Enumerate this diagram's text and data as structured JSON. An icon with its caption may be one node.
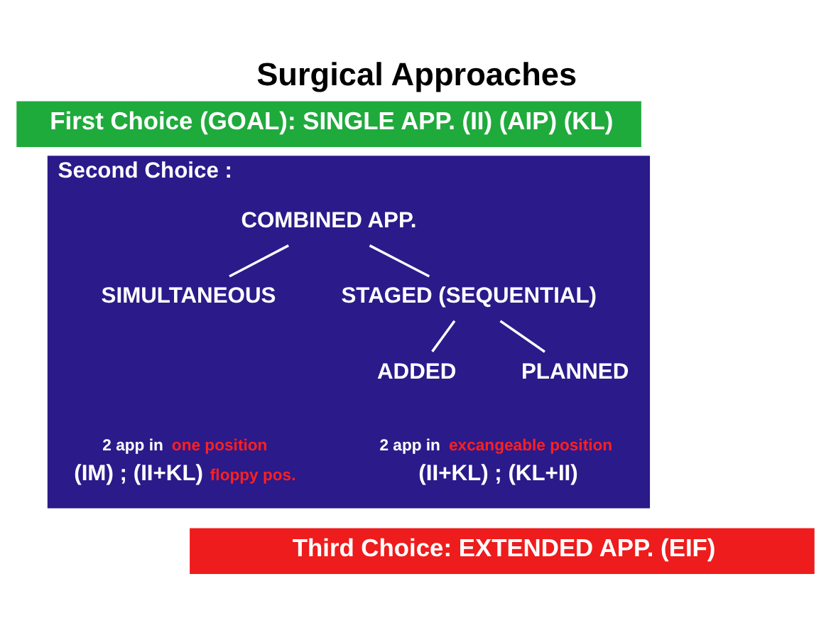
{
  "diagram": {
    "title": "Surgical Approaches",
    "nodes": [
      {
        "text": [
          "First Choice (GOAL): SINGLE APP. (II) (AIP) (KL)"
        ]
      },
      {
        "text": [
          "Second Choice :"
        ]
      },
      {
        "text": [
          "COMBINED APP."
        ],
        "in": 1
      },
      {
        "text": [
          "SIMULTANEOUS"
        ],
        "in": 1
      },
      {
        "text": [
          "STAGED (SEQUENTIAL)"
        ],
        "in": 1
      },
      {
        "text": [
          "ADDED"
        ],
        "in": 1
      },
      {
        "text": [
          "PLANNED"
        ],
        "in": 1
      },
      {
        "text": [
          "2 app in",
          "one position",
          "(IM) ; (II+KL)",
          "floppy pos."
        ],
        "in": 1
      },
      {
        "text": [
          "2 app in",
          "excangeable position",
          "(II+KL) ; (KL+II)"
        ],
        "in": 1
      },
      {
        "text": [
          "Third Choice: EXTENDED APP. (EIF)"
        ]
      }
    ],
    "edges": [
      {
        "from": 2,
        "to": 3,
        "arrow": "none"
      },
      {
        "from": 2,
        "to": 4,
        "arrow": "none"
      },
      {
        "from": 4,
        "to": 5,
        "arrow": "none"
      },
      {
        "from": 4,
        "to": 6,
        "arrow": "none"
      }
    ]
  }
}
